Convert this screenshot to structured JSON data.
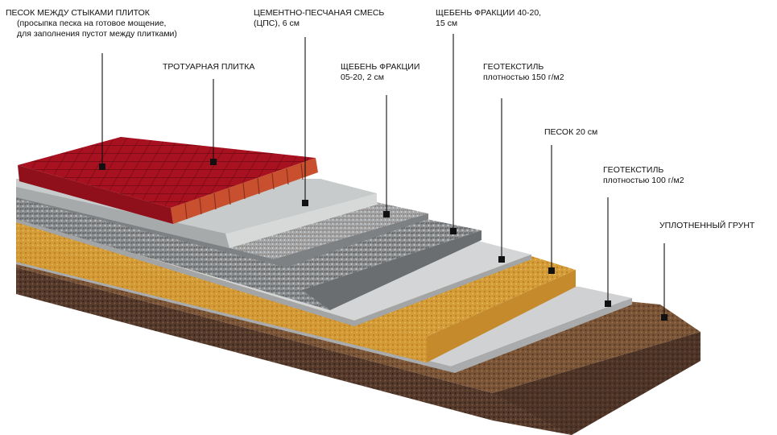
{
  "labels": {
    "sand_joints": {
      "title": "ПЕСОК МЕЖДУ СТЫКАМИ ПЛИТОК",
      "line2": "(просыпка песка на готовое мощение,",
      "line3": "для заполнения пустот между плитками)"
    },
    "paving_tile": {
      "title": "ТРОТУАРНАЯ ПЛИТКА"
    },
    "cement_sand_mix": {
      "title": "ЦЕМЕНТНО-ПЕСЧАНАЯ СМЕСЬ",
      "line2": "(ЦПС), 6 см"
    },
    "gravel_fine": {
      "title": "ЩЕБЕНЬ ФРАКЦИИ",
      "line2": "05-20, 2 см"
    },
    "gravel_coarse": {
      "title": "ЩЕБЕНЬ ФРАКЦИИ 40-20,",
      "line2": "15 см"
    },
    "geotextile_150": {
      "title": "ГЕОТЕКСТИЛЬ",
      "line2": "плотностью 150 г/м2"
    },
    "sand_20": {
      "title": "ПЕСОК 20 см"
    },
    "geotextile_100": {
      "title": "ГЕОТЕКСТИЛЬ",
      "line2": "плотностью 100 г/м2"
    },
    "compacted_soil": {
      "title": "УПЛОТНЕННЫЙ ГРУНТ"
    }
  },
  "colors": {
    "tile_top": "#b01422",
    "tile_side": "#c5472c",
    "cement": "#c9cccc",
    "gravel": "#8e9092",
    "geotextile": "#cfd1d2",
    "sand": "#d6a13e",
    "soil": "#5b4031",
    "leader": "#111111"
  }
}
